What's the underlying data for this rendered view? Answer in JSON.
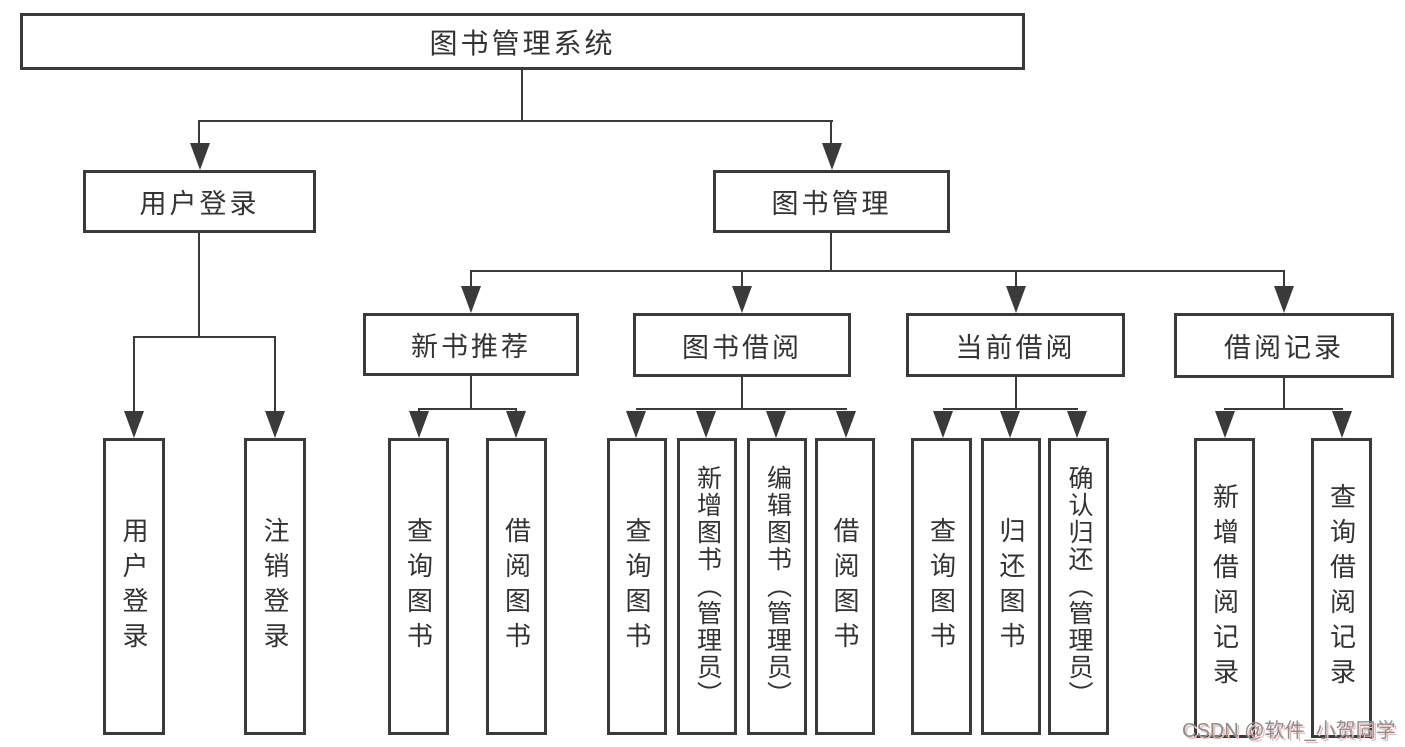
{
  "diagram": {
    "title": {
      "label": "图书管理系统"
    },
    "level2": [
      {
        "label": "用户登录"
      },
      {
        "label": "图书管理"
      }
    ],
    "level3": [
      {
        "label": "新书推荐"
      },
      {
        "label": "图书借阅"
      },
      {
        "label": "当前借阅"
      },
      {
        "label": "借阅记录"
      }
    ],
    "leaves": [
      {
        "label": "用户登录"
      },
      {
        "label": "注销登录"
      },
      {
        "label": "查询图书"
      },
      {
        "label": "借阅图书"
      },
      {
        "label": "查询图书"
      },
      {
        "label": "新增图书（管理员）"
      },
      {
        "label": "编辑图书（管理员）"
      },
      {
        "label": "借阅图书"
      },
      {
        "label": "查询图书"
      },
      {
        "label": "归还图书"
      },
      {
        "label": "确认归还（管理员）"
      },
      {
        "label": "新增借阅记录"
      },
      {
        "label": "查询借阅记录"
      }
    ],
    "watermark": {
      "text": "CSDN @软件_小贺同学"
    },
    "colors": {
      "line": "#3a3a3a",
      "text": "#333333",
      "box_fill": "#ffffff",
      "background": "#ffffff",
      "watermark_text": "#8f8f8f",
      "watermark_shadow": "#f0bdbd"
    }
  }
}
